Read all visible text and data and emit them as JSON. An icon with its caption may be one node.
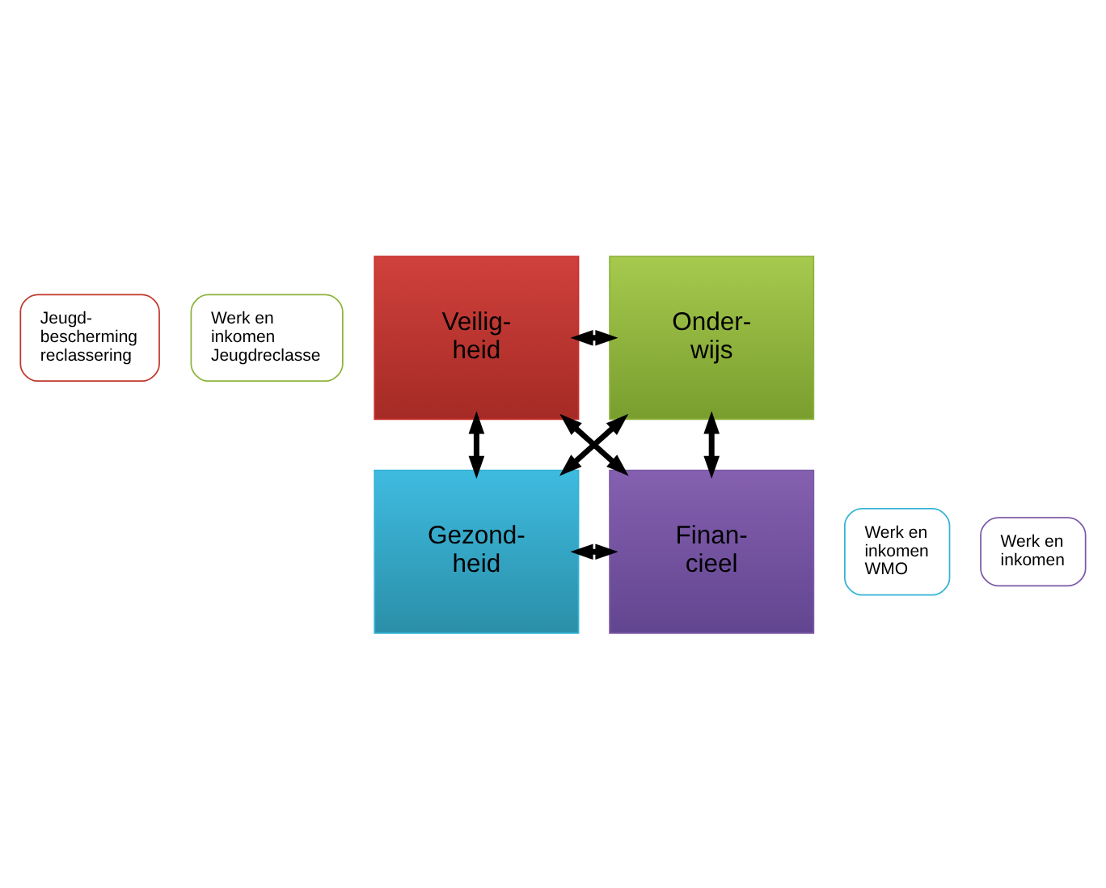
{
  "diagram": {
    "nodes": [
      {
        "text": [
          "Jeugd- bescherming reclassering"
        ]
      },
      {
        "text": [
          "Werk en inkomen Jeugdreclasse"
        ]
      },
      {
        "text": [
          "Veilig- heid"
        ]
      },
      {
        "text": [
          "Onder- wijs"
        ]
      },
      {
        "text": [
          "Gezond- heid"
        ]
      },
      {
        "text": [
          "Finan- cieel"
        ]
      },
      {
        "text": [
          "Werk en inkomen WMO"
        ]
      },
      {
        "text": [
          "Werk en inkomen"
        ]
      }
    ],
    "edges": [
      {
        "from": 2,
        "to": 3,
        "arrow": "both"
      },
      {
        "from": 2,
        "to": 4,
        "arrow": "both"
      },
      {
        "from": 3,
        "to": 5,
        "arrow": "both"
      },
      {
        "from": 2,
        "to": 5,
        "arrow": "both"
      },
      {
        "from": 3,
        "to": 4,
        "arrow": "both"
      },
      {
        "from": 4,
        "to": 5,
        "arrow": "both"
      }
    ]
  }
}
